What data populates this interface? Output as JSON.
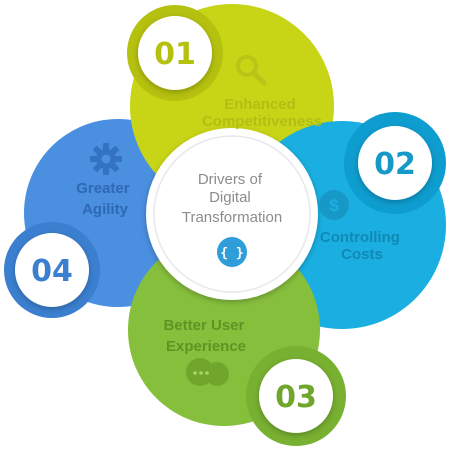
{
  "center": {
    "line1": "Drivers of",
    "line2": "Digital",
    "line3": "Transformation",
    "icon": "code-brackets-icon"
  },
  "drivers": [
    {
      "number": "01",
      "line1": "Enhanced",
      "line2": "Competitiveness",
      "icon": "magnifier-icon",
      "color": "#c8d416"
    },
    {
      "number": "02",
      "line1": "Controlling",
      "line2": "Costs",
      "icon": "dollar-icon",
      "color": "#1aafe0"
    },
    {
      "number": "03",
      "line1": "Better User",
      "line2": "Experience",
      "icon": "chat-bubbles-icon",
      "color": "#86bf3c"
    },
    {
      "number": "04",
      "line1": "Greater",
      "line2": "Agility",
      "icon": "gear-icon",
      "color": "#4a8fe0"
    }
  ]
}
